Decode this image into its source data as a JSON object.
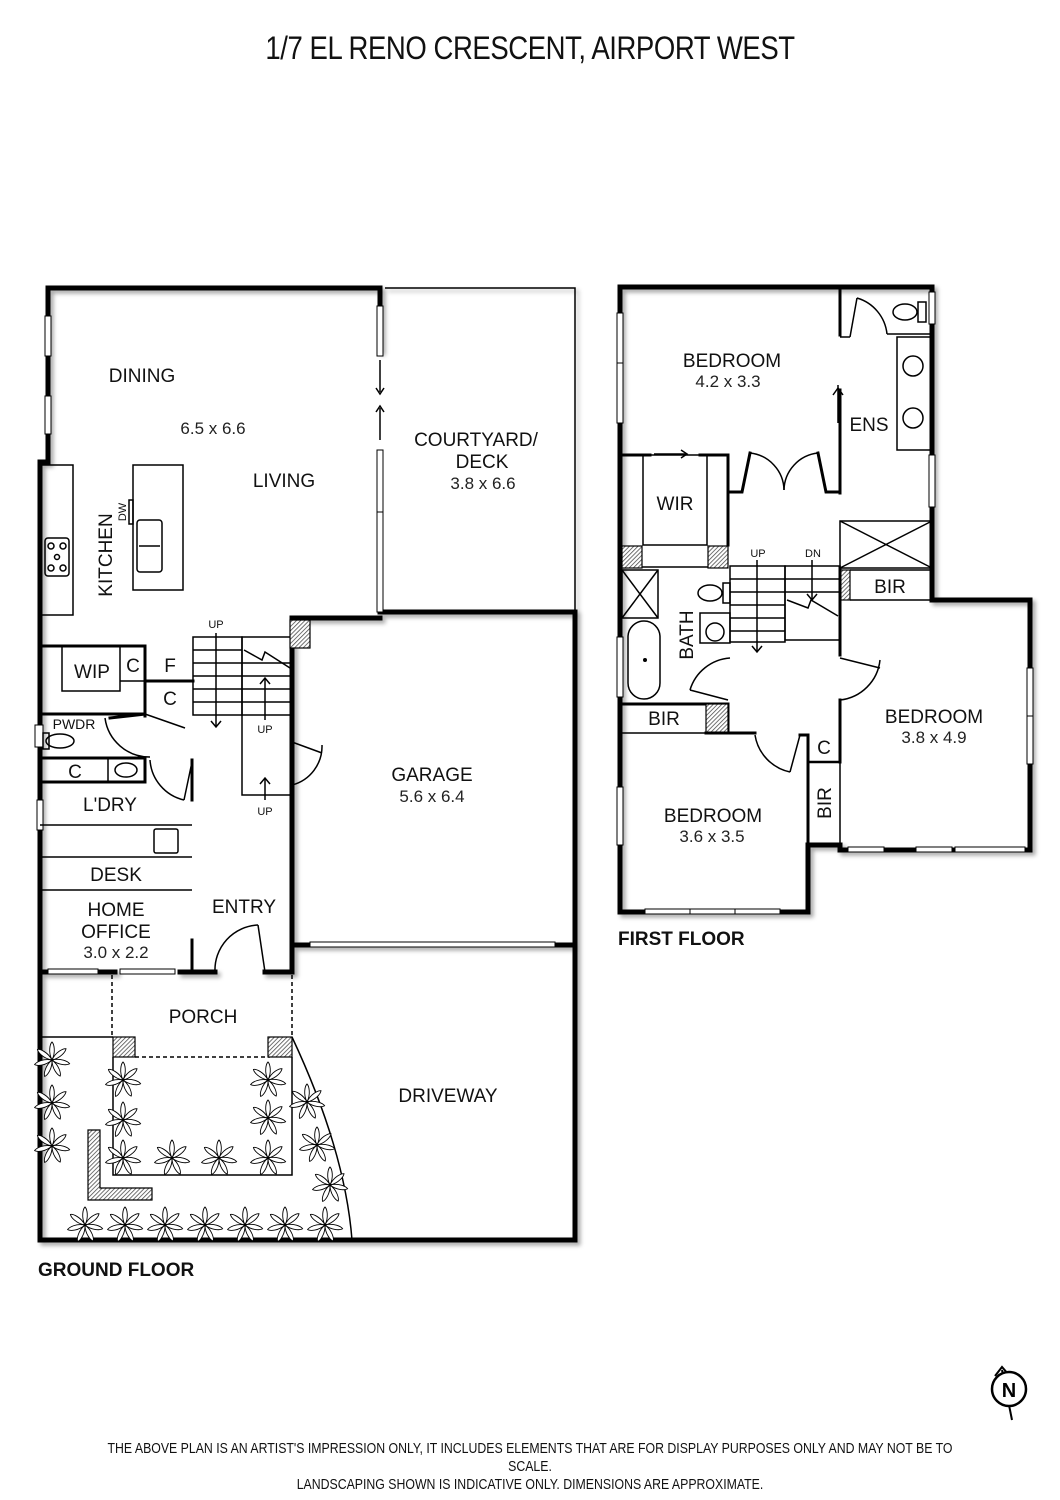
{
  "title": "1/7 EL RENO CRESCENT, AIRPORT WEST",
  "ground_floor": {
    "label": "GROUND FLOOR",
    "rooms": {
      "dining": "DINING",
      "living_dims": "6.5 x 6.6",
      "living": "LIVING",
      "kitchen": "KITCHEN",
      "dw": "DW",
      "courtyard": "COURTYARD/",
      "courtyard2": "DECK",
      "courtyard_dims": "3.8 x 6.6",
      "wip": "WIP",
      "c1": "C",
      "f": "F",
      "c2": "C",
      "pwdr": "PWDR",
      "c3": "C",
      "ldry": "L'DRY",
      "desk": "DESK",
      "home": "HOME",
      "office": "OFFICE",
      "office_dims": "3.0 x 2.2",
      "entry": "ENTRY",
      "garage": "GARAGE",
      "garage_dims": "5.6 x 6.4",
      "porch": "PORCH",
      "driveway": "DRIVEWAY",
      "up1": "UP",
      "up2": "UP",
      "up3": "UP"
    }
  },
  "first_floor": {
    "label": "FIRST FLOOR",
    "rooms": {
      "bed1": "BEDROOM",
      "bed1_dims": "4.2 x 3.3",
      "ens": "ENS",
      "wir": "WIR",
      "up": "UP",
      "dn": "DN",
      "bir1": "BIR",
      "bath": "BATH",
      "bir2": "BIR",
      "bed2": "BEDROOM",
      "bed2_dims": "3.8 x 4.9",
      "c": "C",
      "bir3": "BIR",
      "bed3": "BEDROOM",
      "bed3_dims": "3.6 x 3.5"
    }
  },
  "compass": {
    "label": "N"
  },
  "disclaimer": {
    "line1": "THE ABOVE PLAN IS AN ARTIST'S IMPRESSION ONLY, IT INCLUDES ELEMENTS THAT ARE FOR DISPLAY PURPOSES ONLY AND MAY NOT BE TO SCALE.",
    "line2": "LANDSCAPING SHOWN IS INDICATIVE ONLY. DIMENSIONS ARE APPROXIMATE."
  }
}
